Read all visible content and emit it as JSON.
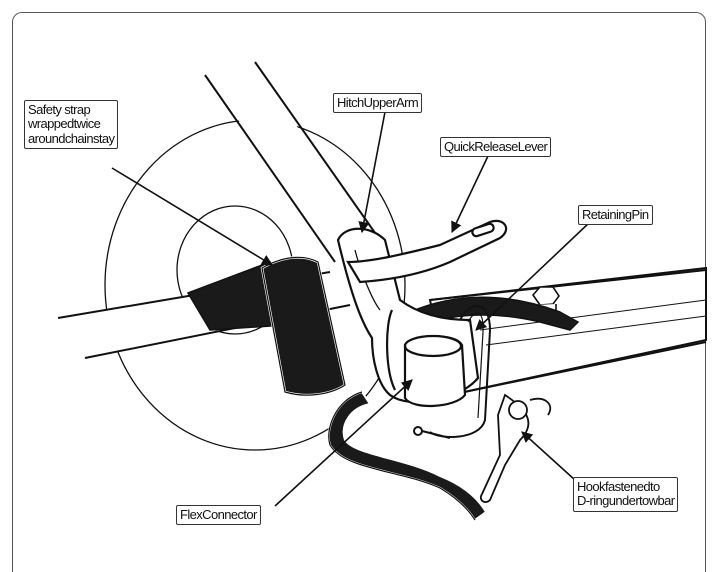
{
  "diagram": {
    "labels": {
      "safety_strap": [
        "Safety strap",
        "wrappedtwice",
        "aroundchainstay"
      ],
      "hitch_upper_arm": "HitchUpperArm",
      "quick_release_lever": "QuickReleaseLever",
      "retaining_pin": "RetainingPin",
      "flex_connector": "FlexConnector",
      "hook": [
        "Hookfastenedto",
        "D-ringundertowbar"
      ]
    },
    "colors": {
      "outline": "#111111",
      "strap": "#1a1a1a",
      "frame_border": "#555555"
    }
  }
}
